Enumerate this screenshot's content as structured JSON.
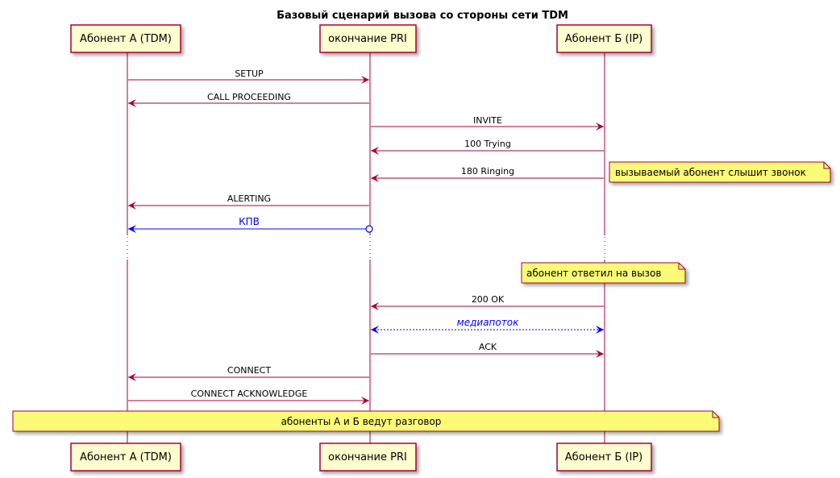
{
  "diagram": {
    "title": "Базовый сценарий вызова со стороны сети TDM",
    "participants": [
      {
        "id": "a",
        "label": "Абонент А (TDM)"
      },
      {
        "id": "pri",
        "label": "окончание PRI"
      },
      {
        "id": "b",
        "label": "Абонент Б (IP)"
      }
    ],
    "messages": [
      {
        "from": "a",
        "to": "pri",
        "label": "SETUP",
        "style": "solid"
      },
      {
        "from": "pri",
        "to": "a",
        "label": "CALL PROCEEDING",
        "style": "solid"
      },
      {
        "from": "pri",
        "to": "b",
        "label": "INVITE",
        "style": "solid"
      },
      {
        "from": "b",
        "to": "pri",
        "label": "100 Trying",
        "style": "solid"
      },
      {
        "from": "b",
        "to": "pri",
        "label": "180 Ringing",
        "style": "solid"
      },
      {
        "from": "pri",
        "to": "a",
        "label": "ALERTING",
        "style": "solid"
      },
      {
        "from": "pri",
        "to": "a",
        "label": "КПВ",
        "style": "solid-circle-origin"
      },
      {
        "from": "b",
        "to": "pri",
        "label": "200 OK",
        "style": "solid"
      },
      {
        "from": "pri",
        "to": "b",
        "label": "медиапоток",
        "style": "dotted-bidirectional"
      },
      {
        "from": "pri",
        "to": "b",
        "label": "ACK",
        "style": "solid"
      },
      {
        "from": "pri",
        "to": "a",
        "label": "CONNECT",
        "style": "solid"
      },
      {
        "from": "a",
        "to": "pri",
        "label": "CONNECT ACKNOWLEDGE",
        "style": "solid"
      }
    ],
    "notes": [
      {
        "text": "вызываемый абонент слышит звонок",
        "placement": "right of Абонент Б (IP)"
      },
      {
        "text": "абонент ответил на вызов",
        "placement": "over Абонент Б (IP)"
      },
      {
        "text": "абоненты А и Б ведут разговор",
        "placement": "across all"
      }
    ],
    "colors": {
      "line": "#A80036",
      "participant_fill": "#FEFECE",
      "note_fill": "#FBFB77",
      "highlight": "#0000FF"
    }
  }
}
